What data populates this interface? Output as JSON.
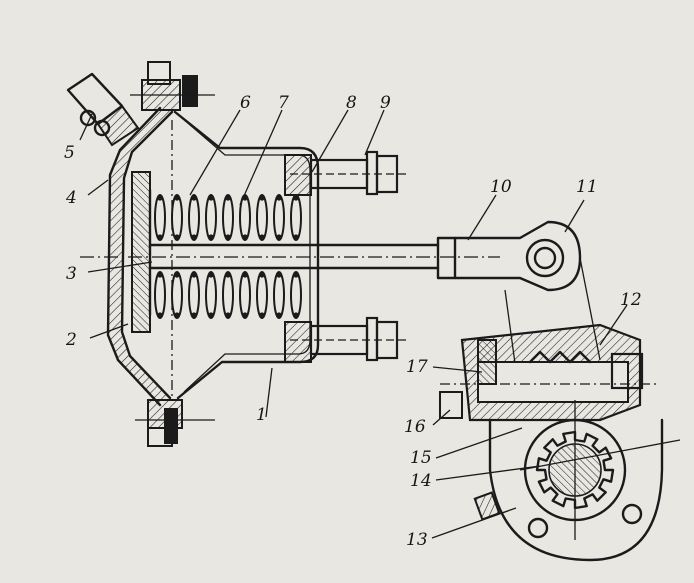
{
  "colors": {
    "paper": "#e9e7e2",
    "ink": "#1b1b1b"
  },
  "callouts": [
    "1",
    "2",
    "3",
    "4",
    "5",
    "6",
    "7",
    "8",
    "9",
    "10",
    "11",
    "12",
    "13",
    "14",
    "15",
    "16",
    "17"
  ]
}
